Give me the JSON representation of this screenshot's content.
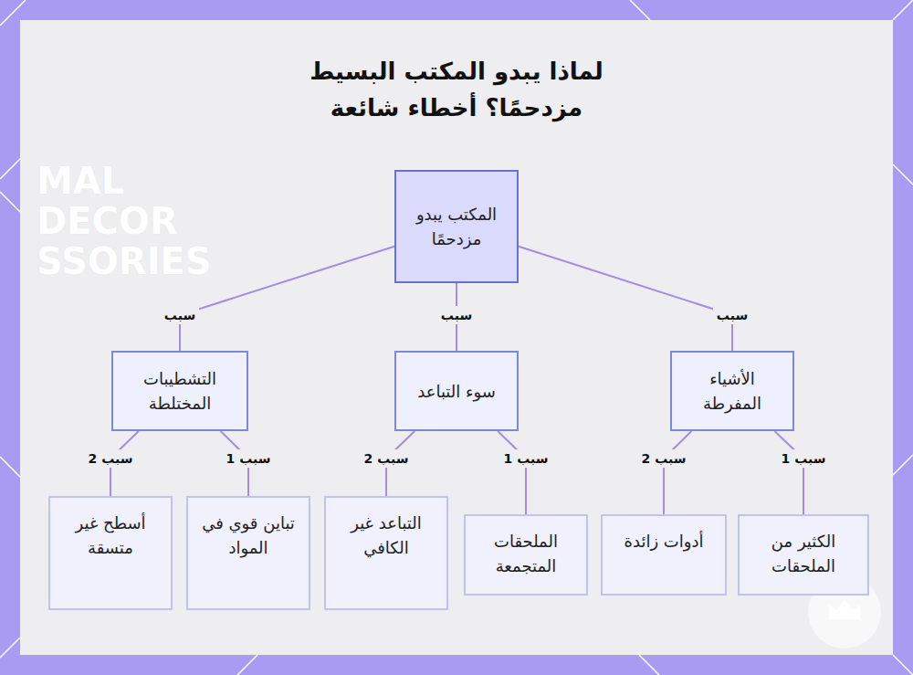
{
  "diagram": {
    "title": "لماذا يبدو المكتب البسيط مزدحمًا؟ أخطاء شائعة",
    "nodes": [
      {
        "text": [
          "المكتب يبدو مزدحمًا"
        ]
      },
      {
        "text": [
          "الأشياء المفرطة"
        ]
      },
      {
        "text": [
          "سوء التباعد"
        ]
      },
      {
        "text": [
          "التشطيبات المختلطة"
        ]
      },
      {
        "text": [
          "الكثير من الملحقات"
        ]
      },
      {
        "text": [
          "أدوات زائدة"
        ]
      },
      {
        "text": [
          "الملحقات المتجمعة"
        ]
      },
      {
        "text": [
          "التباعد غير الكافي"
        ]
      },
      {
        "text": [
          "تباين قوي في المواد"
        ]
      },
      {
        "text": [
          "أسطح غير متسقة"
        ]
      }
    ],
    "edges": [
      {
        "from": 0,
        "to": 1,
        "label": "سبب",
        "arrow": "none"
      },
      {
        "from": 0,
        "to": 2,
        "label": "سبب",
        "arrow": "none"
      },
      {
        "from": 0,
        "to": 3,
        "label": "سبب",
        "arrow": "none"
      },
      {
        "from": 1,
        "to": 4,
        "label": "سبب 1",
        "arrow": "none"
      },
      {
        "from": 1,
        "to": 5,
        "label": "سبب 2",
        "arrow": "none"
      },
      {
        "from": 2,
        "to": 6,
        "label": "سبب 1",
        "arrow": "none"
      },
      {
        "from": 2,
        "to": 7,
        "label": "سبب 2",
        "arrow": "none"
      },
      {
        "from": 3,
        "to": 8,
        "label": "سبب 1",
        "arrow": "none"
      },
      {
        "from": 3,
        "to": 9,
        "label": "سبب 2",
        "arrow": "none"
      }
    ],
    "labels": [
      "MAL",
      "DECOR",
      "SSORIES"
    ]
  }
}
